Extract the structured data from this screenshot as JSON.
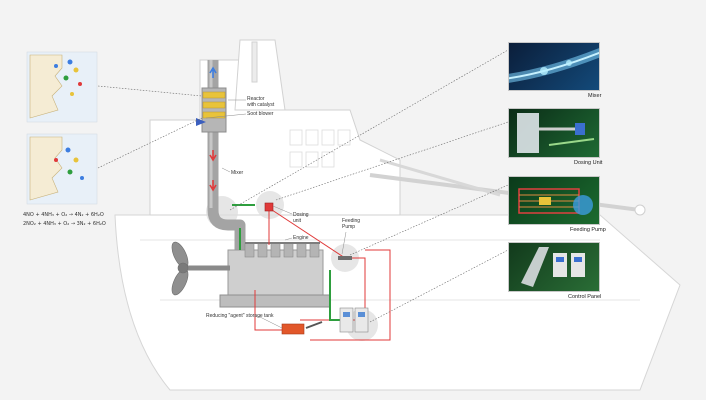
{
  "labels": {
    "reactor": "Reactor\nwith catalyst",
    "soot_blower": "Soot blower",
    "mixer": "Mixer",
    "dosing_unit_small": "Dosing\nunit",
    "feeding_pump_small": "Feeding\nPump",
    "engine": "Engine",
    "urea_tank": "Reducing \"agent\" storage tank"
  },
  "equations": [
    "4NO + 4NH₃ + O₂ → 4N₂ + 6H₂O",
    "2NO₂ + 4NH₃ + O₂ → 3N₂ + 6H₂O"
  ],
  "thumbnails": [
    {
      "caption": "Mixer"
    },
    {
      "caption": "Dosing Unit"
    },
    {
      "caption": "Feeding Pump"
    },
    {
      "caption": "Control Panel"
    }
  ],
  "colors": {
    "background": "#f3f3f3",
    "hull": "#ffffff",
    "hull_line": "#cfcfcf",
    "exhaust_pipe": "#9a9a9a",
    "red_line": "#e03a3a",
    "green_line": "#2e9e3e",
    "catalyst_yellow": "#e8c33a",
    "tank_orange": "#e2572a"
  }
}
